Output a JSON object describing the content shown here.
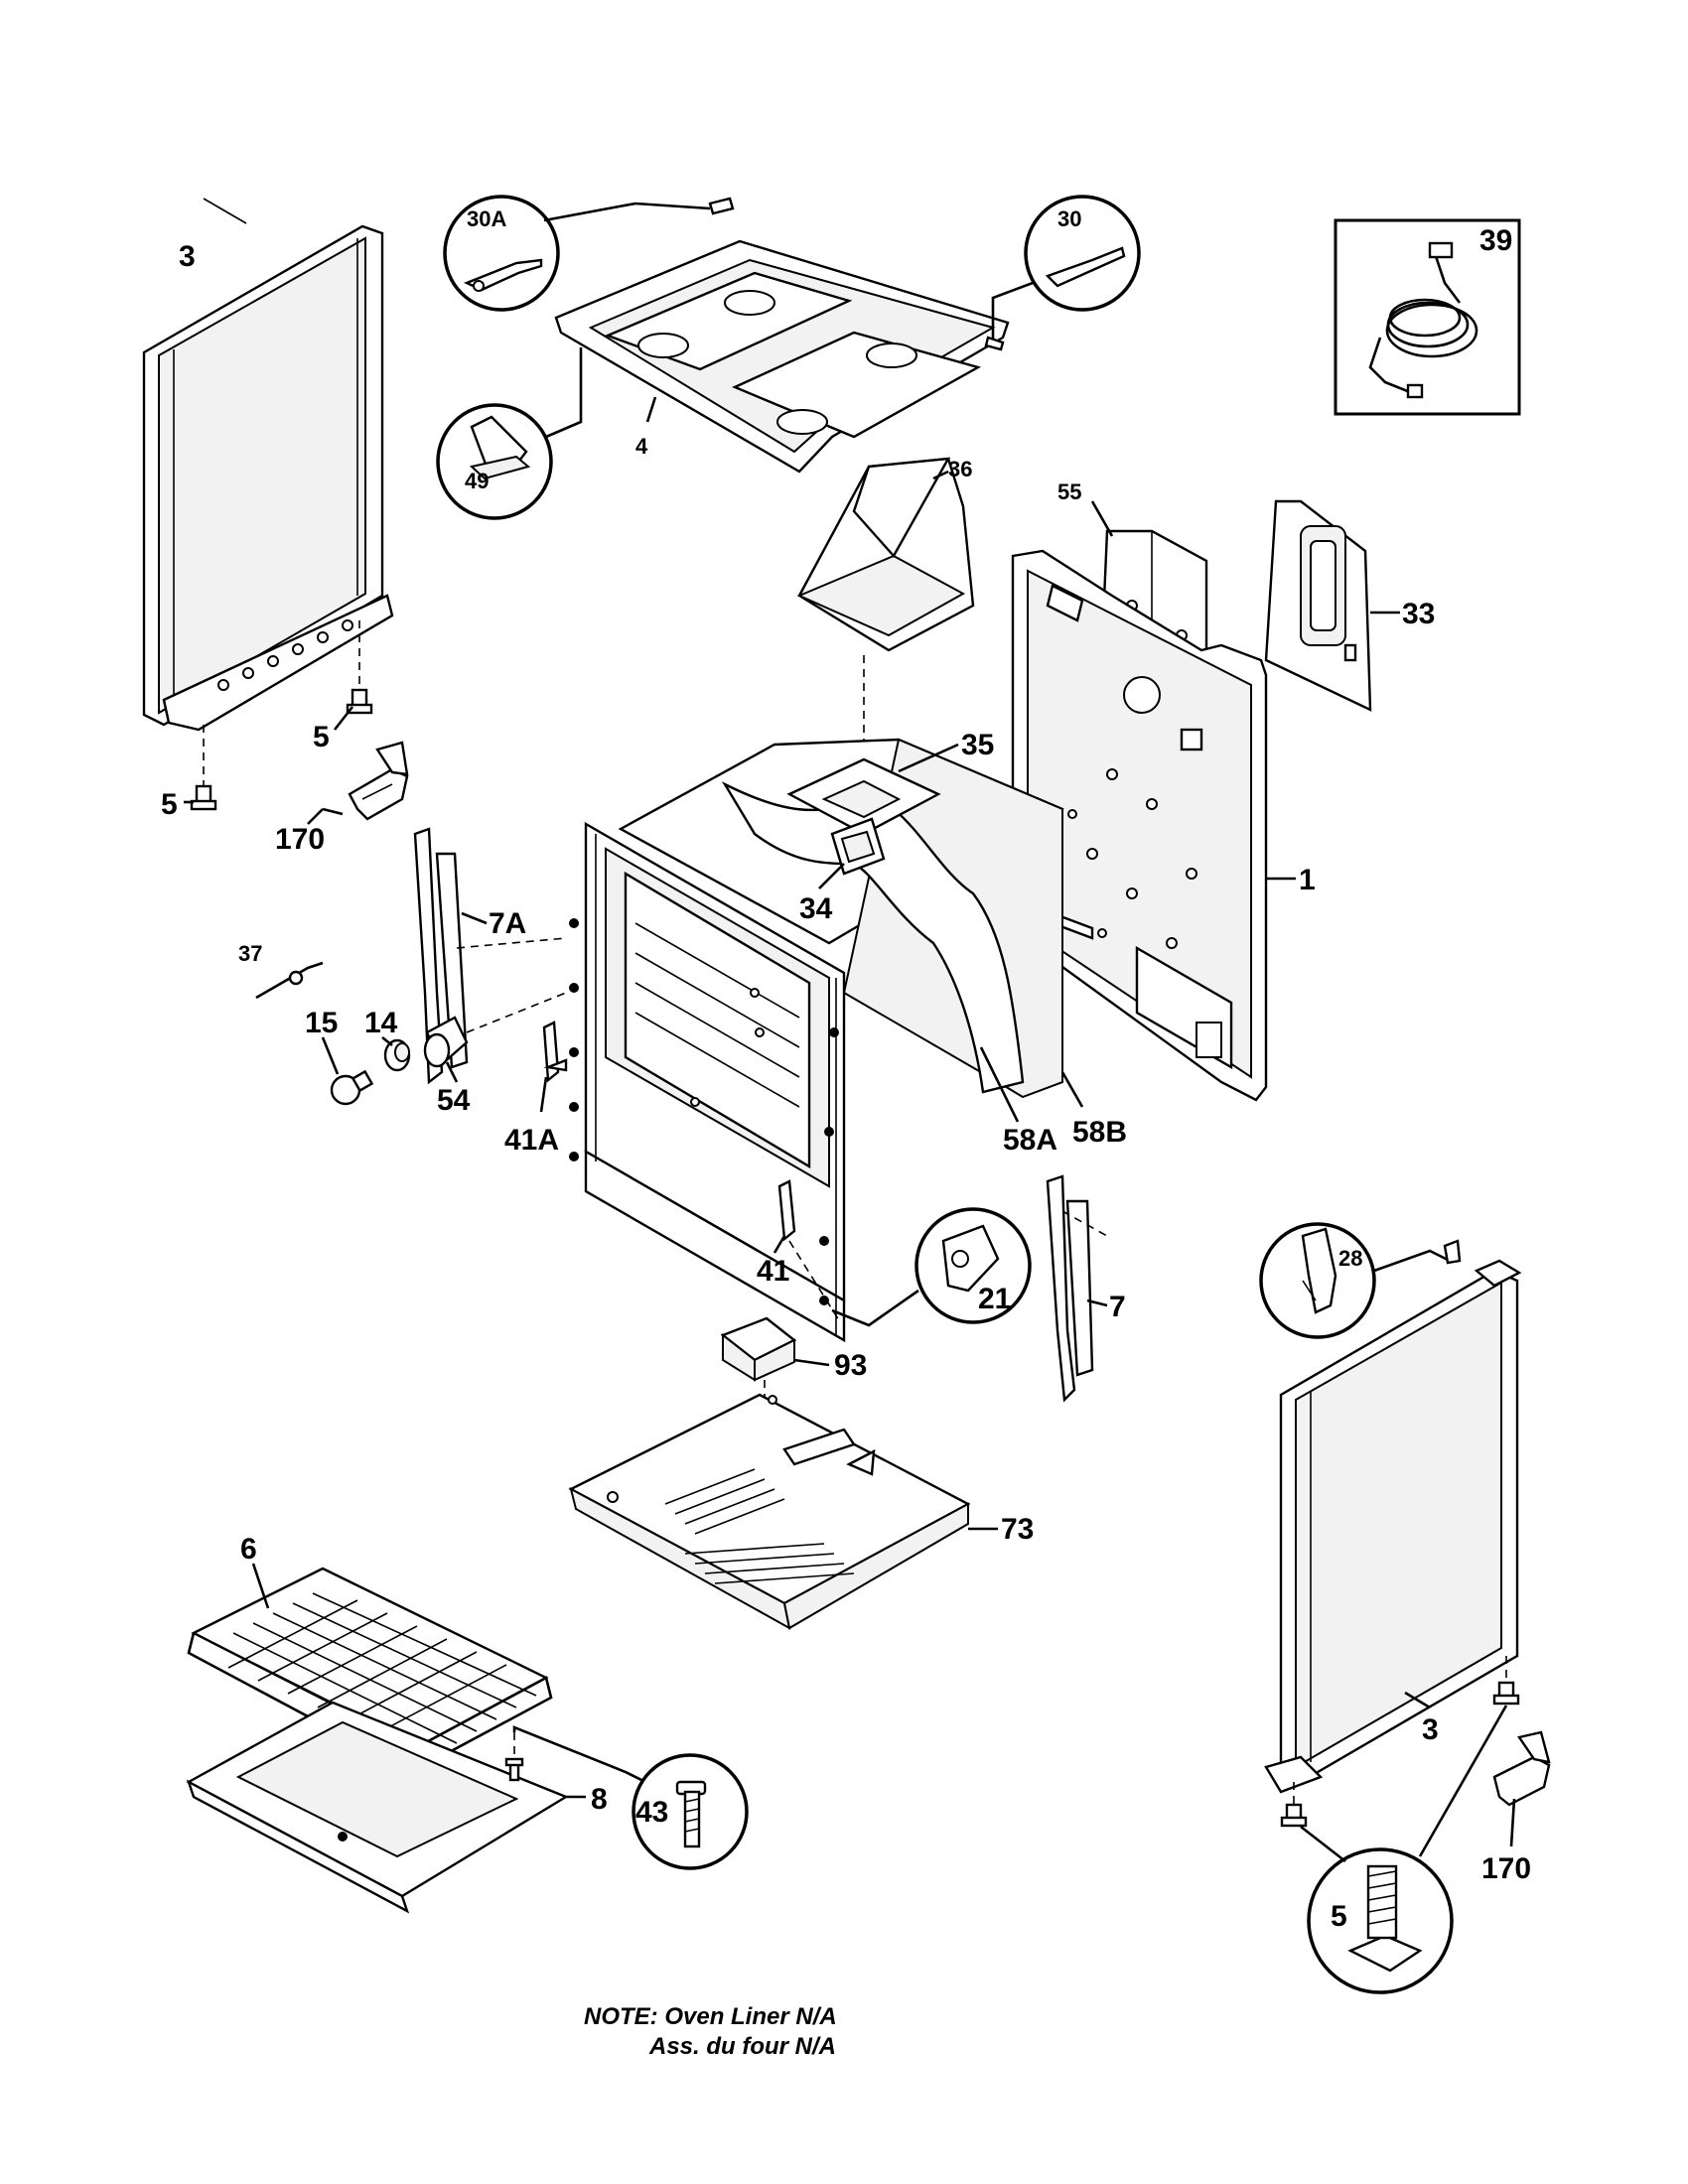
{
  "labels": {
    "l3_top": "3",
    "l5_a": "5",
    "l5_b": "5",
    "l170_a": "170",
    "l30a": "30A",
    "l30": "30",
    "l49": "49",
    "l4": "4",
    "l39": "39",
    "l36": "36",
    "l55": "55",
    "l33": "33",
    "l35": "35",
    "l1": "1",
    "l7a": "7A",
    "l34": "34",
    "l37": "37",
    "l14": "14",
    "l15": "15",
    "l54": "54",
    "l41a": "41A",
    "l58a": "58A",
    "l58b": "58B",
    "l41": "41",
    "l21": "21",
    "l7": "7",
    "l28": "28",
    "l93": "93",
    "l73": "73",
    "l6": "6",
    "l8": "8",
    "l43": "43",
    "l3_bottom": "3",
    "l170_b": "170",
    "l5_c": "5"
  },
  "note": {
    "line1": "NOTE: Oven Liner N/A",
    "line2": "Ass. du four N/A"
  }
}
